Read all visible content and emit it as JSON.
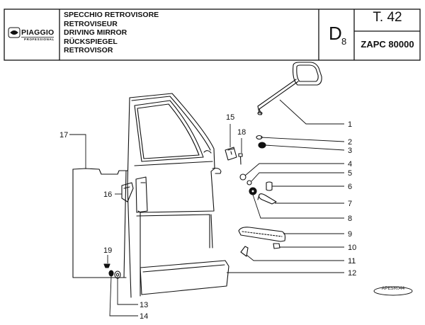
{
  "header": {
    "logo_name": "PIAGGIO",
    "logo_sub": "PROFESSIONAL",
    "titles": [
      "SPECCHIO RETROVISORE",
      "RETROVISEUR",
      "DRIVING MIRROR",
      "RÜCKSPIEGEL",
      "RETROVISOR"
    ],
    "group_letter": "D",
    "group_number": "8",
    "table": "T. 42",
    "model": "ZAPC 80000"
  },
  "callouts": [
    "1",
    "2",
    "3",
    "4",
    "5",
    "6",
    "7",
    "8",
    "9",
    "10",
    "11",
    "12",
    "13",
    "14",
    "15",
    "16",
    "17",
    "18",
    "19"
  ],
  "stamp": "APE5R044"
}
